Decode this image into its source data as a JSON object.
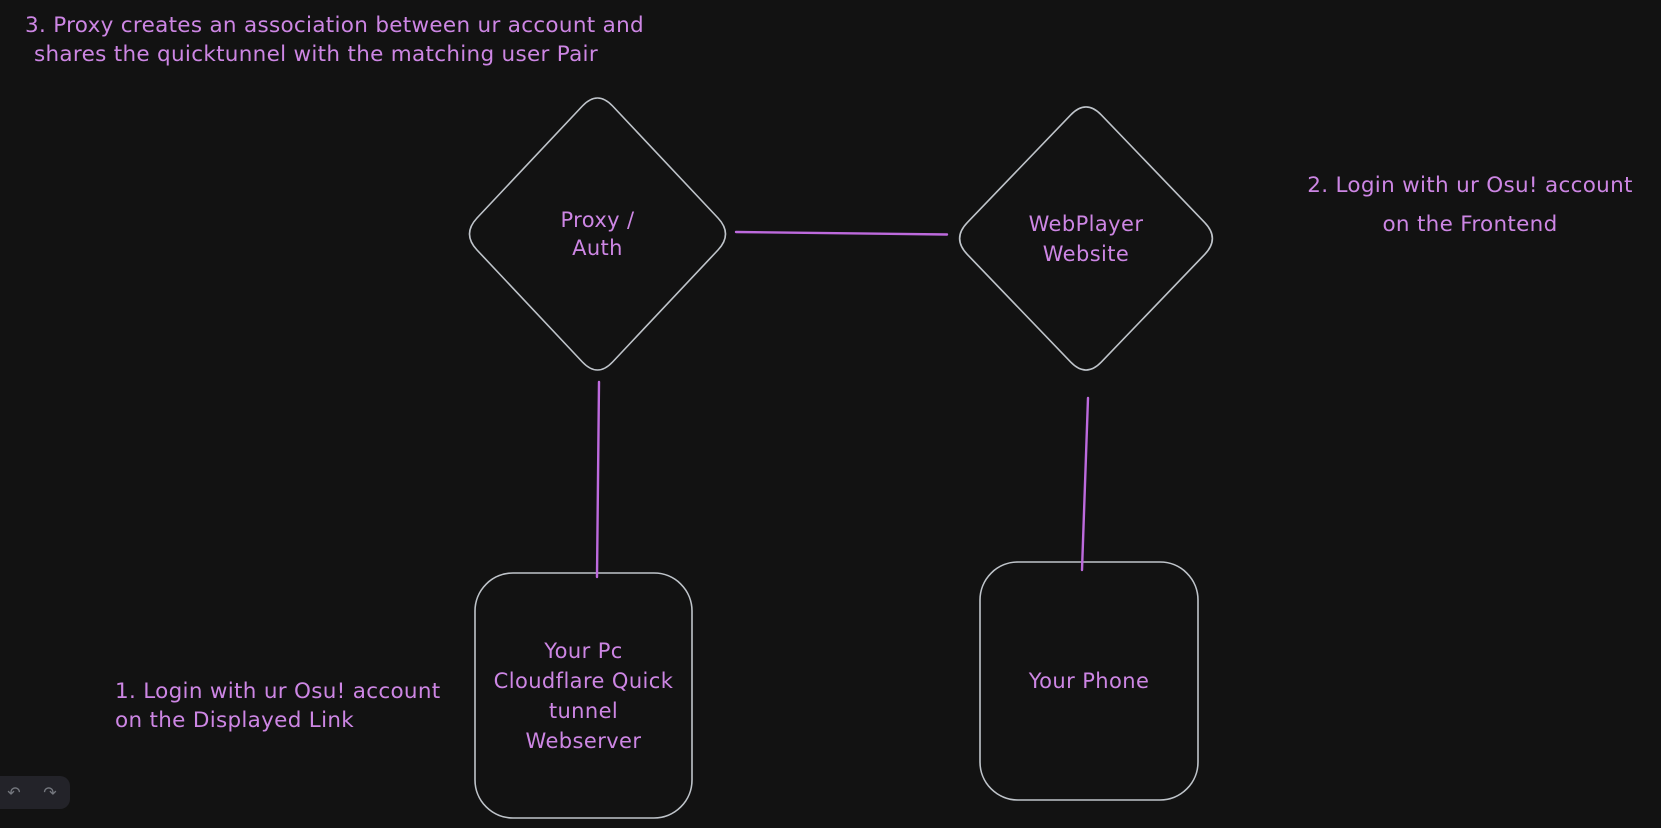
{
  "annotations": {
    "step3": {
      "line1": "3. Proxy creates an association between ur account and",
      "line2": "shares the quicktunnel with the matching user Pair"
    },
    "step2": {
      "line1": "2. Login with ur Osu! account",
      "line2": "on the Frontend"
    },
    "step1": {
      "line1": "1. Login with ur Osu! account",
      "line2": "on the Displayed Link"
    }
  },
  "nodes": {
    "proxy_auth": {
      "shape": "diamond",
      "label": "Proxy /\nAuth"
    },
    "webplayer": {
      "shape": "diamond",
      "label": "WebPlayer\nWebsite"
    },
    "pc_webserver": {
      "shape": "rounded-rect",
      "label": "Your Pc\nCloudflare Quick\ntunnel\nWebserver"
    },
    "phone": {
      "shape": "rounded-rect",
      "label": "Your Phone"
    }
  },
  "connectors": [
    {
      "from": "proxy_auth",
      "to": "webplayer"
    },
    {
      "from": "proxy_auth",
      "to": "pc_webserver"
    },
    {
      "from": "webplayer",
      "to": "phone"
    }
  ],
  "toolbar": {
    "undo_icon": "↶",
    "redo_icon": "↷"
  },
  "colors": {
    "background": "#121212",
    "shape_stroke": "#ced4da",
    "accent_text": "#cd86e4",
    "connector": "#bd6add",
    "island_bg": "#232329",
    "icon": "#75787f"
  }
}
